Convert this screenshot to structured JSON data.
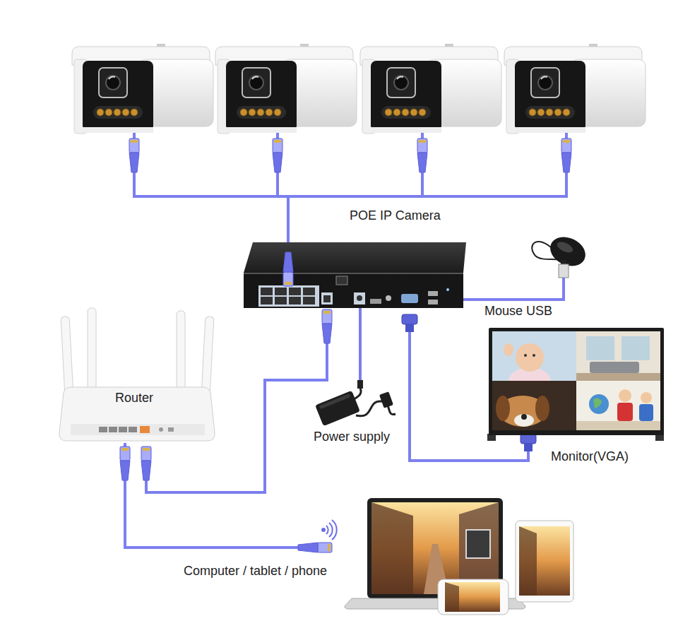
{
  "diagram": {
    "nodes": [
      {
        "text": [
          "POE IP Camera"
        ]
      },
      {
        "text": [
          "Mouse USB"
        ]
      },
      {
        "text": [
          "Router"
        ]
      },
      {
        "text": [
          "Power supply"
        ]
      },
      {
        "text": [
          "Monitor(VGA)"
        ]
      },
      {
        "text": [
          "Computer / tablet / phone"
        ]
      }
    ],
    "edges": [
      {
        "from": 2,
        "to": 5,
        "arrow": "none"
      }
    ]
  }
}
